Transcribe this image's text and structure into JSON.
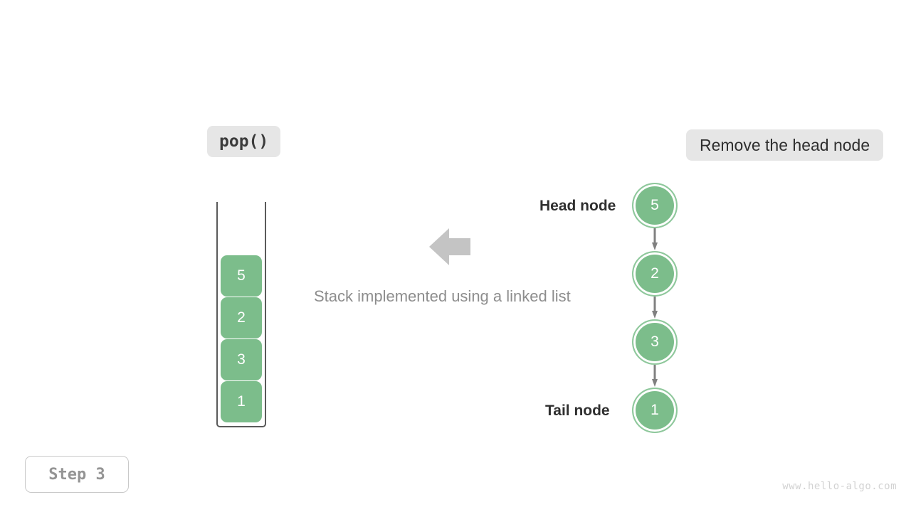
{
  "operation": {
    "label": "pop()"
  },
  "action": {
    "label": "Remove the head node"
  },
  "caption": {
    "text": "Stack implemented using a linked list"
  },
  "stack": {
    "cells": [
      {
        "value": "5"
      },
      {
        "value": "2"
      },
      {
        "value": "3"
      },
      {
        "value": "1"
      }
    ]
  },
  "linked_list": {
    "head_label": "Head node",
    "tail_label": "Tail node",
    "nodes": [
      {
        "value": "5"
      },
      {
        "value": "2"
      },
      {
        "value": "3"
      },
      {
        "value": "1"
      }
    ]
  },
  "step": {
    "label": "Step 3"
  },
  "watermark": {
    "text": "www.hello-algo.com"
  },
  "colors": {
    "node_fill": "#7cbd8b",
    "node_ring": "#8fc89c",
    "badge_bg": "#e6e6e6",
    "arrow_gray": "#c4c4c4",
    "link_arrow": "#808080",
    "caption_gray": "#8d8d8d",
    "container_border": "#5a5a5a"
  }
}
